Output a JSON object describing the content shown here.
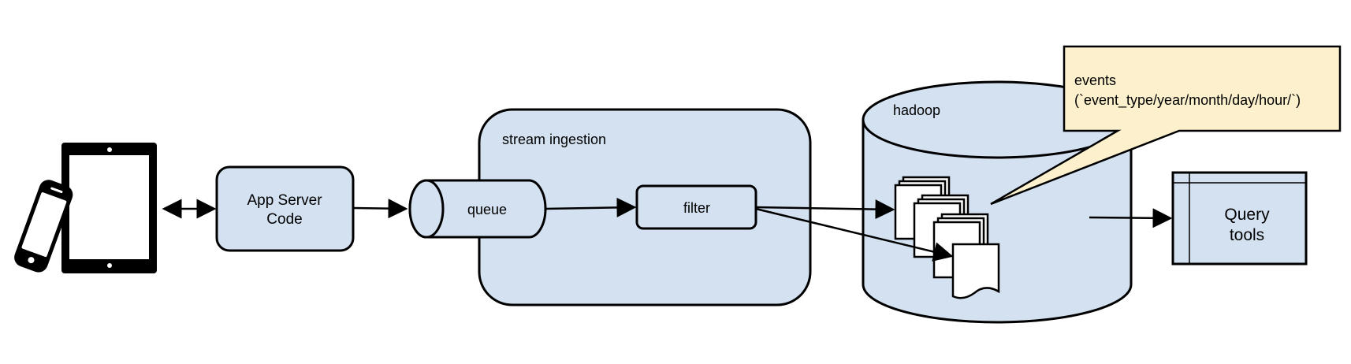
{
  "labels": {
    "app_server_line1": "App Server",
    "app_server_line2": "Code",
    "queue": "queue",
    "stream_ingestion": "stream ingestion",
    "filter": "filter",
    "hadoop": "hadoop",
    "callout_line1": "events",
    "callout_line2": "(`event_type/year/month/day/hour/`)",
    "query_line1": "Query",
    "query_line2": "tools"
  },
  "icons": {
    "devices": "phone-and-tablet-icon",
    "files": "file-stack-icon",
    "query_tools": "window-icon"
  },
  "colors": {
    "node_fill": "#d3e1f1",
    "callout_fill": "#fcf1cc",
    "stroke": "#000000"
  }
}
